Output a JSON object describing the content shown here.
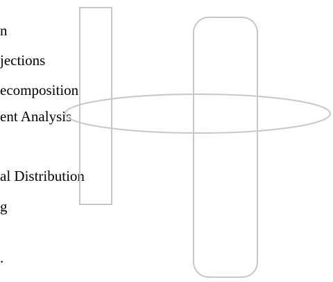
{
  "terms": [
    "n",
    "jections",
    "ecomposition",
    "ent Analysis",
    "al Distribution",
    "g",
    "."
  ],
  "colors": {
    "text": "#000000",
    "shape_stroke": "#c8c8c8",
    "background": "#ffffff"
  }
}
